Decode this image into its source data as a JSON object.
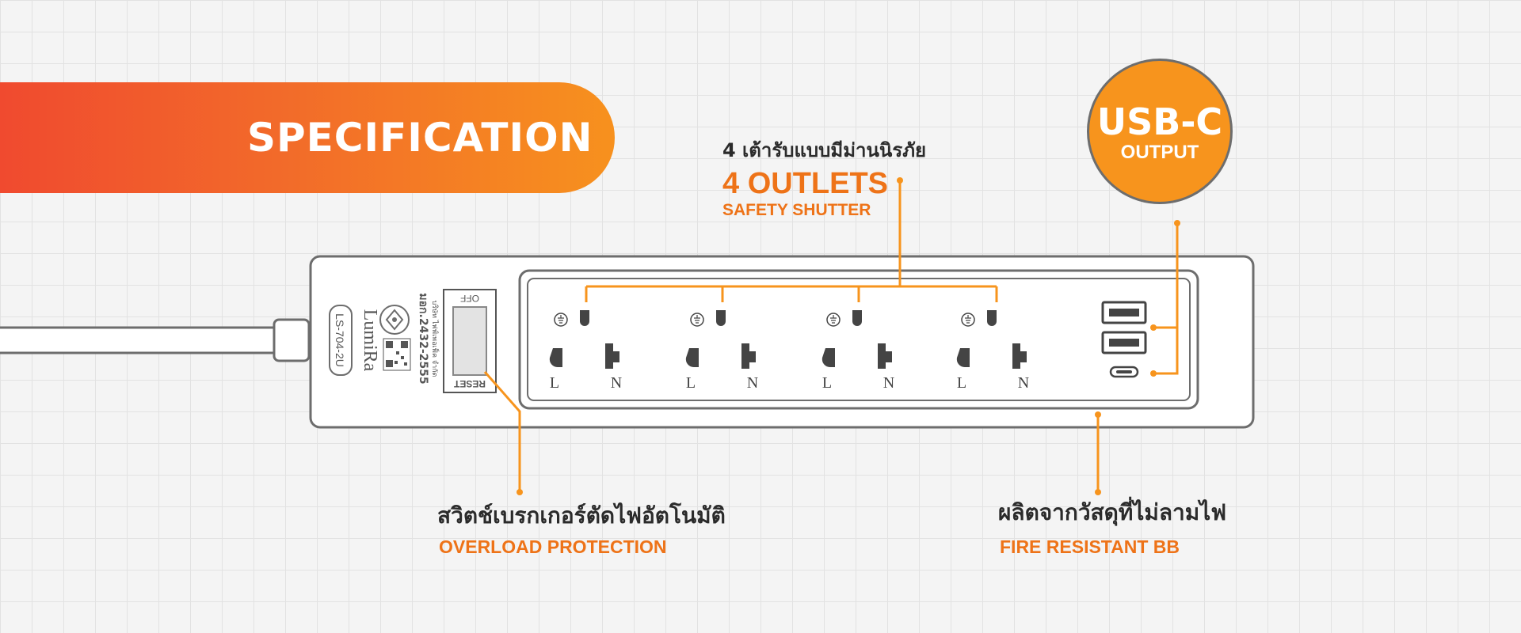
{
  "banner": {
    "title": "SPECIFICATION"
  },
  "usbc": {
    "title": "USB-C",
    "subtitle": "OUTPUT"
  },
  "callouts": {
    "outlets": {
      "thai": "4 เต้ารับแบบมีม่านนิรภัย",
      "title": "4 OUTLETS",
      "sub": "SAFETY SHUTTER"
    },
    "breaker": {
      "thai": "สวิตช์เบรกเกอร์ตัดไฟอัตโนมัติ",
      "english": "OVERLOAD PROTECTION"
    },
    "material": {
      "thai": "ผลิตจากวัสดุที่ไม่ลามไฟ",
      "english": "FIRE RESISTANT BB"
    }
  },
  "product": {
    "model": "LS-704-2U",
    "brand": "LumiRa",
    "standard": "มอก.2432-2555",
    "company": "บริษัท ไฟฟ์เพอเฟ็ค จำกัด",
    "switch_top": "OFF",
    "switch_bottom": "RESET",
    "outlets": [
      {
        "left": "L",
        "right": "N"
      },
      {
        "left": "L",
        "right": "N"
      },
      {
        "left": "L",
        "right": "N"
      },
      {
        "left": "L",
        "right": "N"
      }
    ]
  },
  "colors": {
    "accent": "#f7941d",
    "banner_start": "#f04a2f",
    "line": "#6d6d6d"
  }
}
